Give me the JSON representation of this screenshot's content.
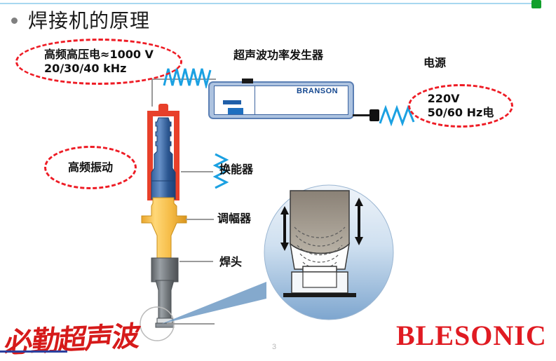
{
  "slide": {
    "title": "焊接机的原理",
    "bullet_icon": "bullet-dot-icon",
    "top_rule_color": "#a8d8f0",
    "green_mark_color": "#12a02c"
  },
  "callouts": [
    {
      "name": "high-voltage",
      "text": "高频高压电≈1000 V\n20/30/40 kHz",
      "border_color": "#ee1c25"
    },
    {
      "name": "high-frequency-vibration",
      "text": "高频振动",
      "border_color": "#ee1c25"
    },
    {
      "name": "mains-supply",
      "text": "220V\n50/60 Hz电",
      "border_color": "#ee1c25"
    }
  ],
  "labels": {
    "generator": "超声波功率发生器",
    "power_source": "电源",
    "transducer": "换能器",
    "booster": "调幅器",
    "horn": "焊头"
  },
  "generator": {
    "brand": "BRANSON",
    "body_color": "#adc3e0",
    "border_color": "#5b7fb4",
    "brand_color": "#14478f"
  },
  "diagram": {
    "wave_color": "#1ba1e2",
    "wire_color": "#9a9a9a",
    "clamp_color": "#e8402a",
    "transducer_color": "#2f5c96",
    "booster_color": "#f2b134",
    "horn_color": "#6e7276",
    "magnifier_fill": "#c2d5ea",
    "arrow_color": "#111111"
  },
  "branding": {
    "wordmark": "BLESONIC",
    "wordmark_color": "#e01b22",
    "chinese_logo": "必勤超声波",
    "chinese_logo_color": "#d61a1a"
  }
}
